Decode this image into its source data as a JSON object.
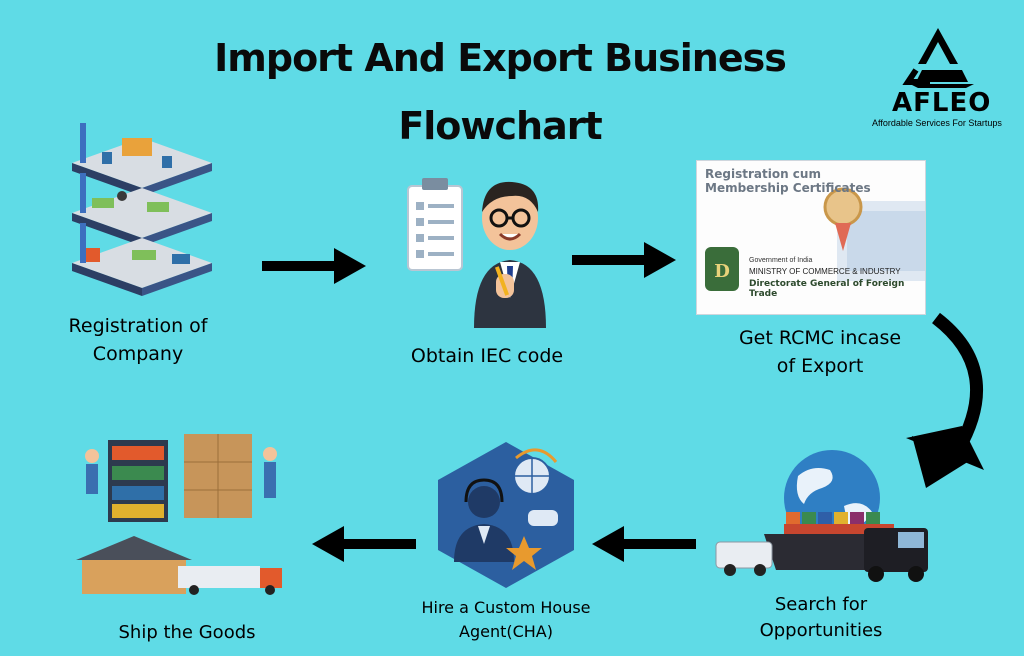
{
  "title_line1": "Import And Export Business",
  "title_line2": "Flowchart",
  "logo": {
    "brand": "AFLEO",
    "tagline": "Affordable Services For Startups"
  },
  "steps": [
    {
      "label_line1": "Registration of",
      "label_line2": "Company"
    },
    {
      "label_line1": "Obtain IEC code",
      "label_line2": ""
    },
    {
      "label_line1": "Get RCMC incase",
      "label_line2": "of Export"
    },
    {
      "label_line1": "Search for",
      "label_line2": "Opportunities"
    },
    {
      "label_line1": "Hire a Custom House",
      "label_line2": "Agent(CHA)"
    },
    {
      "label_line1": "Ship the Goods",
      "label_line2": ""
    }
  ],
  "certificate": {
    "heading1": "Registration cum",
    "heading2": "Membership Certificates",
    "gov": "Government of India",
    "ministry": "MINISTRY OF COMMERCE & INDUSTRY",
    "directorate": "Directorate General of Foreign Trade"
  },
  "colors": {
    "background": "#5fdbe6",
    "arrow": "#000000"
  }
}
